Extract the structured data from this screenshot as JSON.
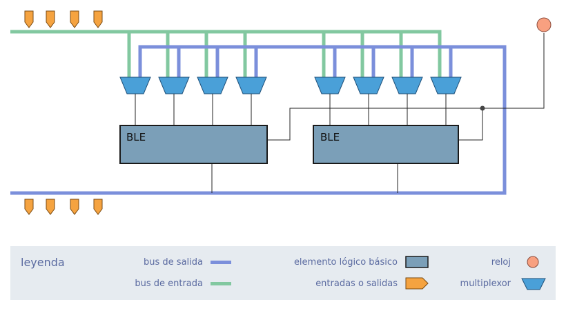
{
  "colors": {
    "input_bus": "#82c8a0",
    "output_bus": "#7b8fdb",
    "ble_fill": "#7b9fb8",
    "ble_stroke": "#1a1a1a",
    "mux_fill": "#4aa0d8",
    "io_fill": "#f5a340",
    "clock_fill": "#f8a080",
    "wire": "#222222",
    "legend_bg": "#e6ebf0",
    "legend_text": "#5a6aa0"
  },
  "blocks": [
    {
      "label": "BLE"
    },
    {
      "label": "BLE"
    }
  ],
  "icons": {
    "io_pin": "pentagon-arrow-icon",
    "mux": "trapezoid-icon",
    "clock": "circle-icon"
  },
  "legend": {
    "title": "leyenda",
    "items": [
      {
        "label": "bus de salida",
        "icon": "output-bus-swatch"
      },
      {
        "label": "bus de entrada",
        "icon": "input-bus-swatch"
      },
      {
        "label": "elemento lógico básico",
        "icon": "ble-swatch"
      },
      {
        "label": "entradas o salidas",
        "icon": "io-pin-icon"
      },
      {
        "label": "reloj",
        "icon": "clock-icon"
      },
      {
        "label": "multiplexor",
        "icon": "mux-icon"
      }
    ]
  }
}
